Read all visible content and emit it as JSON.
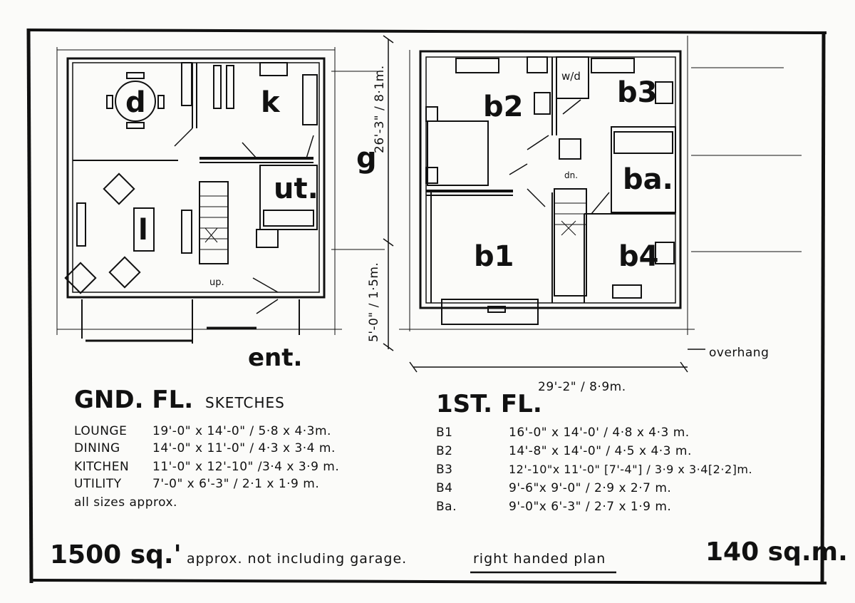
{
  "ground_floor": {
    "rooms": {
      "d": "d",
      "k": "k",
      "ut": "ut.",
      "l": "l",
      "ent": "ent.",
      "up": "up."
    },
    "heading": "GND. FL.",
    "heading_note": "SKETCHES",
    "schedule": [
      {
        "name": "LOUNGE",
        "size": "19'-0\" x 14'-0\" / 5·8 x 4·3m."
      },
      {
        "name": "DINING",
        "size": "14'-0\" x 11'-0\" / 4·3 x 3·4 m."
      },
      {
        "name": "KITCHEN",
        "size": "11'-0\" x 12'-10\" /3·4 x 3·9 m."
      },
      {
        "name": "UTILITY",
        "size": "7'-0\" x 6'-3\" / 2·1 x 1·9 m."
      }
    ],
    "note": "all sizes approx."
  },
  "first_floor": {
    "rooms": {
      "b1": "b1",
      "b2": "b2",
      "b3": "b3",
      "b4": "b4",
      "ba": "ba.",
      "wd": "w/d",
      "dn": "dn."
    },
    "heading": "1ST. FL.",
    "schedule": [
      {
        "name": "B1",
        "size": "16'-0\" x 14'-0' / 4·8 x 4·3 m."
      },
      {
        "name": "B2",
        "size": "14'-8\" x 14'-0\" / 4·5 x 4·3 m."
      },
      {
        "name": "B3",
        "size": "12'-10\"x 11'-0\" [7'-4\"] / 3·9 x 3·4[2·2]m."
      },
      {
        "name": "B4",
        "size": "9'-6\"x 9'-0\" / 2·9 x 2·7 m."
      },
      {
        "name": "Ba.",
        "size": "9'-0\"x 6'-3\" / 2·7 x 1·9 m."
      }
    ]
  },
  "dimensions": {
    "depth": "26'-3\" / 8·1m.",
    "garage_label": "g",
    "porch": "5'-0\" / 1·5m.",
    "width": "29'-2\" / 8·9m.",
    "overhang": "overhang"
  },
  "footer": {
    "area_ft": "1500 sq.'",
    "area_note": "approx. not including garage.",
    "plan_note": "right handed plan",
    "area_m": "140 sq.m."
  }
}
